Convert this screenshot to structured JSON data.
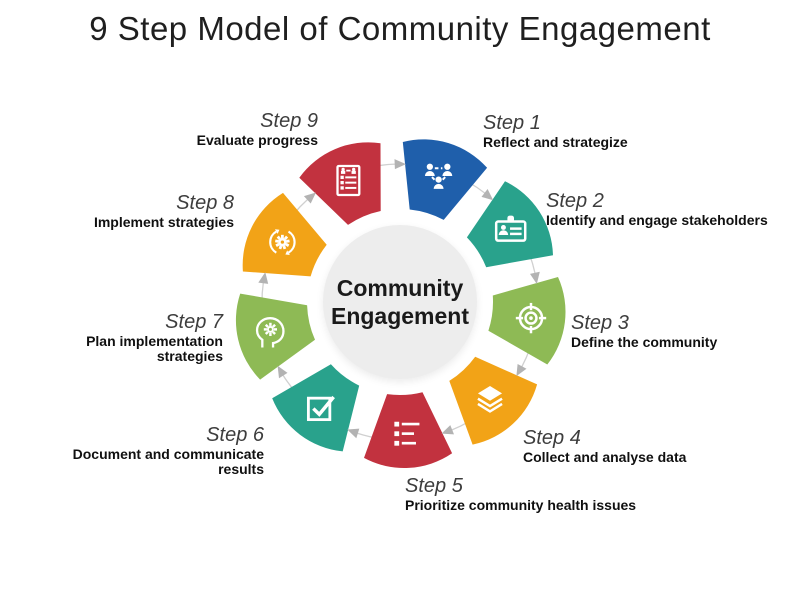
{
  "title": "9 Step Model of Community Engagement",
  "diagram": {
    "center_label": [
      "Community",
      "Engagement"
    ],
    "circle_fill": "#ededed",
    "arrow_line_color": "#d0d0d0",
    "arrow_head_color": "#b3b3b3"
  },
  "steps": [
    {
      "name": "Step 1",
      "description": "Reflect and strategize",
      "icon": "team-network-icon",
      "color": "#1f5fab"
    },
    {
      "name": "Step 2",
      "description": "Identify and engage stakeholders",
      "icon": "id-badge-icon",
      "color": "#29a28c"
    },
    {
      "name": "Step 3",
      "description": "Define the community",
      "icon": "target-icon",
      "color": "#8eba55"
    },
    {
      "name": "Step 4",
      "description": "Collect and analyse data",
      "icon": "layers-icon",
      "color": "#f2a317"
    },
    {
      "name": "Step 5",
      "description": "Prioritize community health issues",
      "icon": "list-icon",
      "color": "#c2323f"
    },
    {
      "name": "Step 6",
      "description": "Document and communicate\nresults",
      "icon": "checkbox-icon",
      "color": "#29a28c"
    },
    {
      "name": "Step 7",
      "description": "Plan implementation\nstrategies",
      "icon": "head-gear-icon",
      "color": "#8eba55"
    },
    {
      "name": "Step 8",
      "description": "Implement strategies",
      "icon": "gear-sync-icon",
      "color": "#f2a317"
    },
    {
      "name": "Step 9",
      "description": "Evaluate progress",
      "icon": "evaluation-form-icon",
      "color": "#c2323f"
    }
  ]
}
